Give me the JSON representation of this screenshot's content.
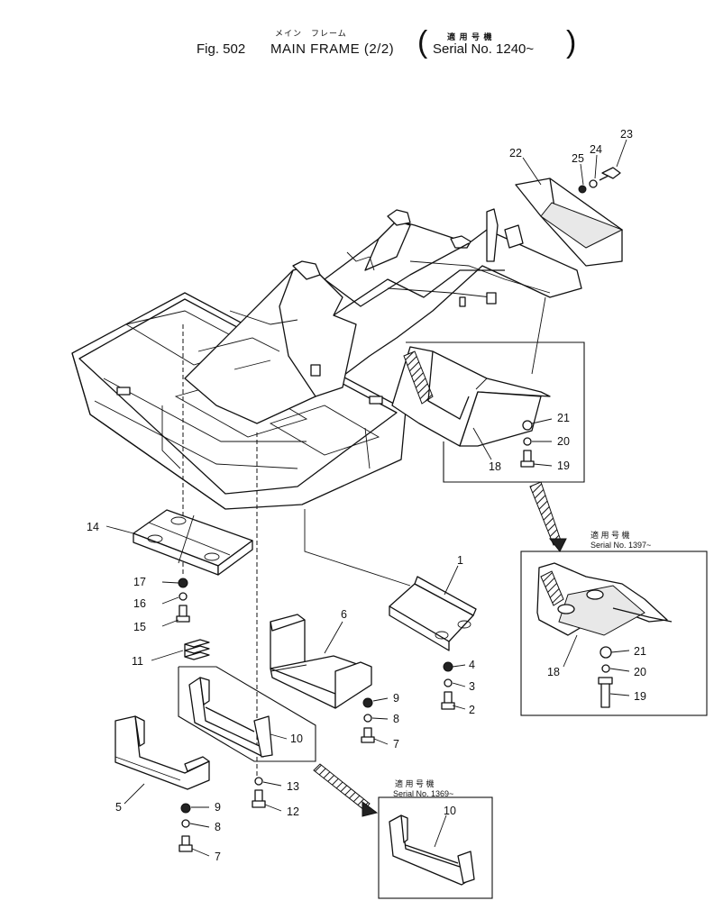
{
  "header": {
    "title_jp": "メイン　フレーム",
    "fig": "Fig. 502",
    "title": "MAIN FRAME (2/2)",
    "applic_jp": "適 用 号 機",
    "serial": "Serial No. 1240~"
  },
  "insets": {
    "serial_1397": {
      "jp": "適 用 号 機",
      "serial": "Serial No. 1397~"
    },
    "serial_1369": {
      "jp": "適 用 号 機",
      "serial": "Serial No. 1369~"
    }
  },
  "callouts": {
    "n1": "1",
    "n2": "2",
    "n3": "3",
    "n4": "4",
    "n5": "5",
    "n6": "6",
    "n7a": "7",
    "n7b": "7",
    "n8a": "8",
    "n8b": "8",
    "n9a": "9",
    "n9b": "9",
    "n10a": "10",
    "n10b": "10",
    "n11": "11",
    "n12": "12",
    "n13": "13",
    "n14": "14",
    "n15": "15",
    "n16": "16",
    "n17": "17",
    "n18a": "18",
    "n18b": "18",
    "n19a": "19",
    "n19b": "19",
    "n20a": "20",
    "n20b": "20",
    "n21a": "21",
    "n21b": "21",
    "n22": "22",
    "n23": "23",
    "n24": "24",
    "n25": "25"
  }
}
